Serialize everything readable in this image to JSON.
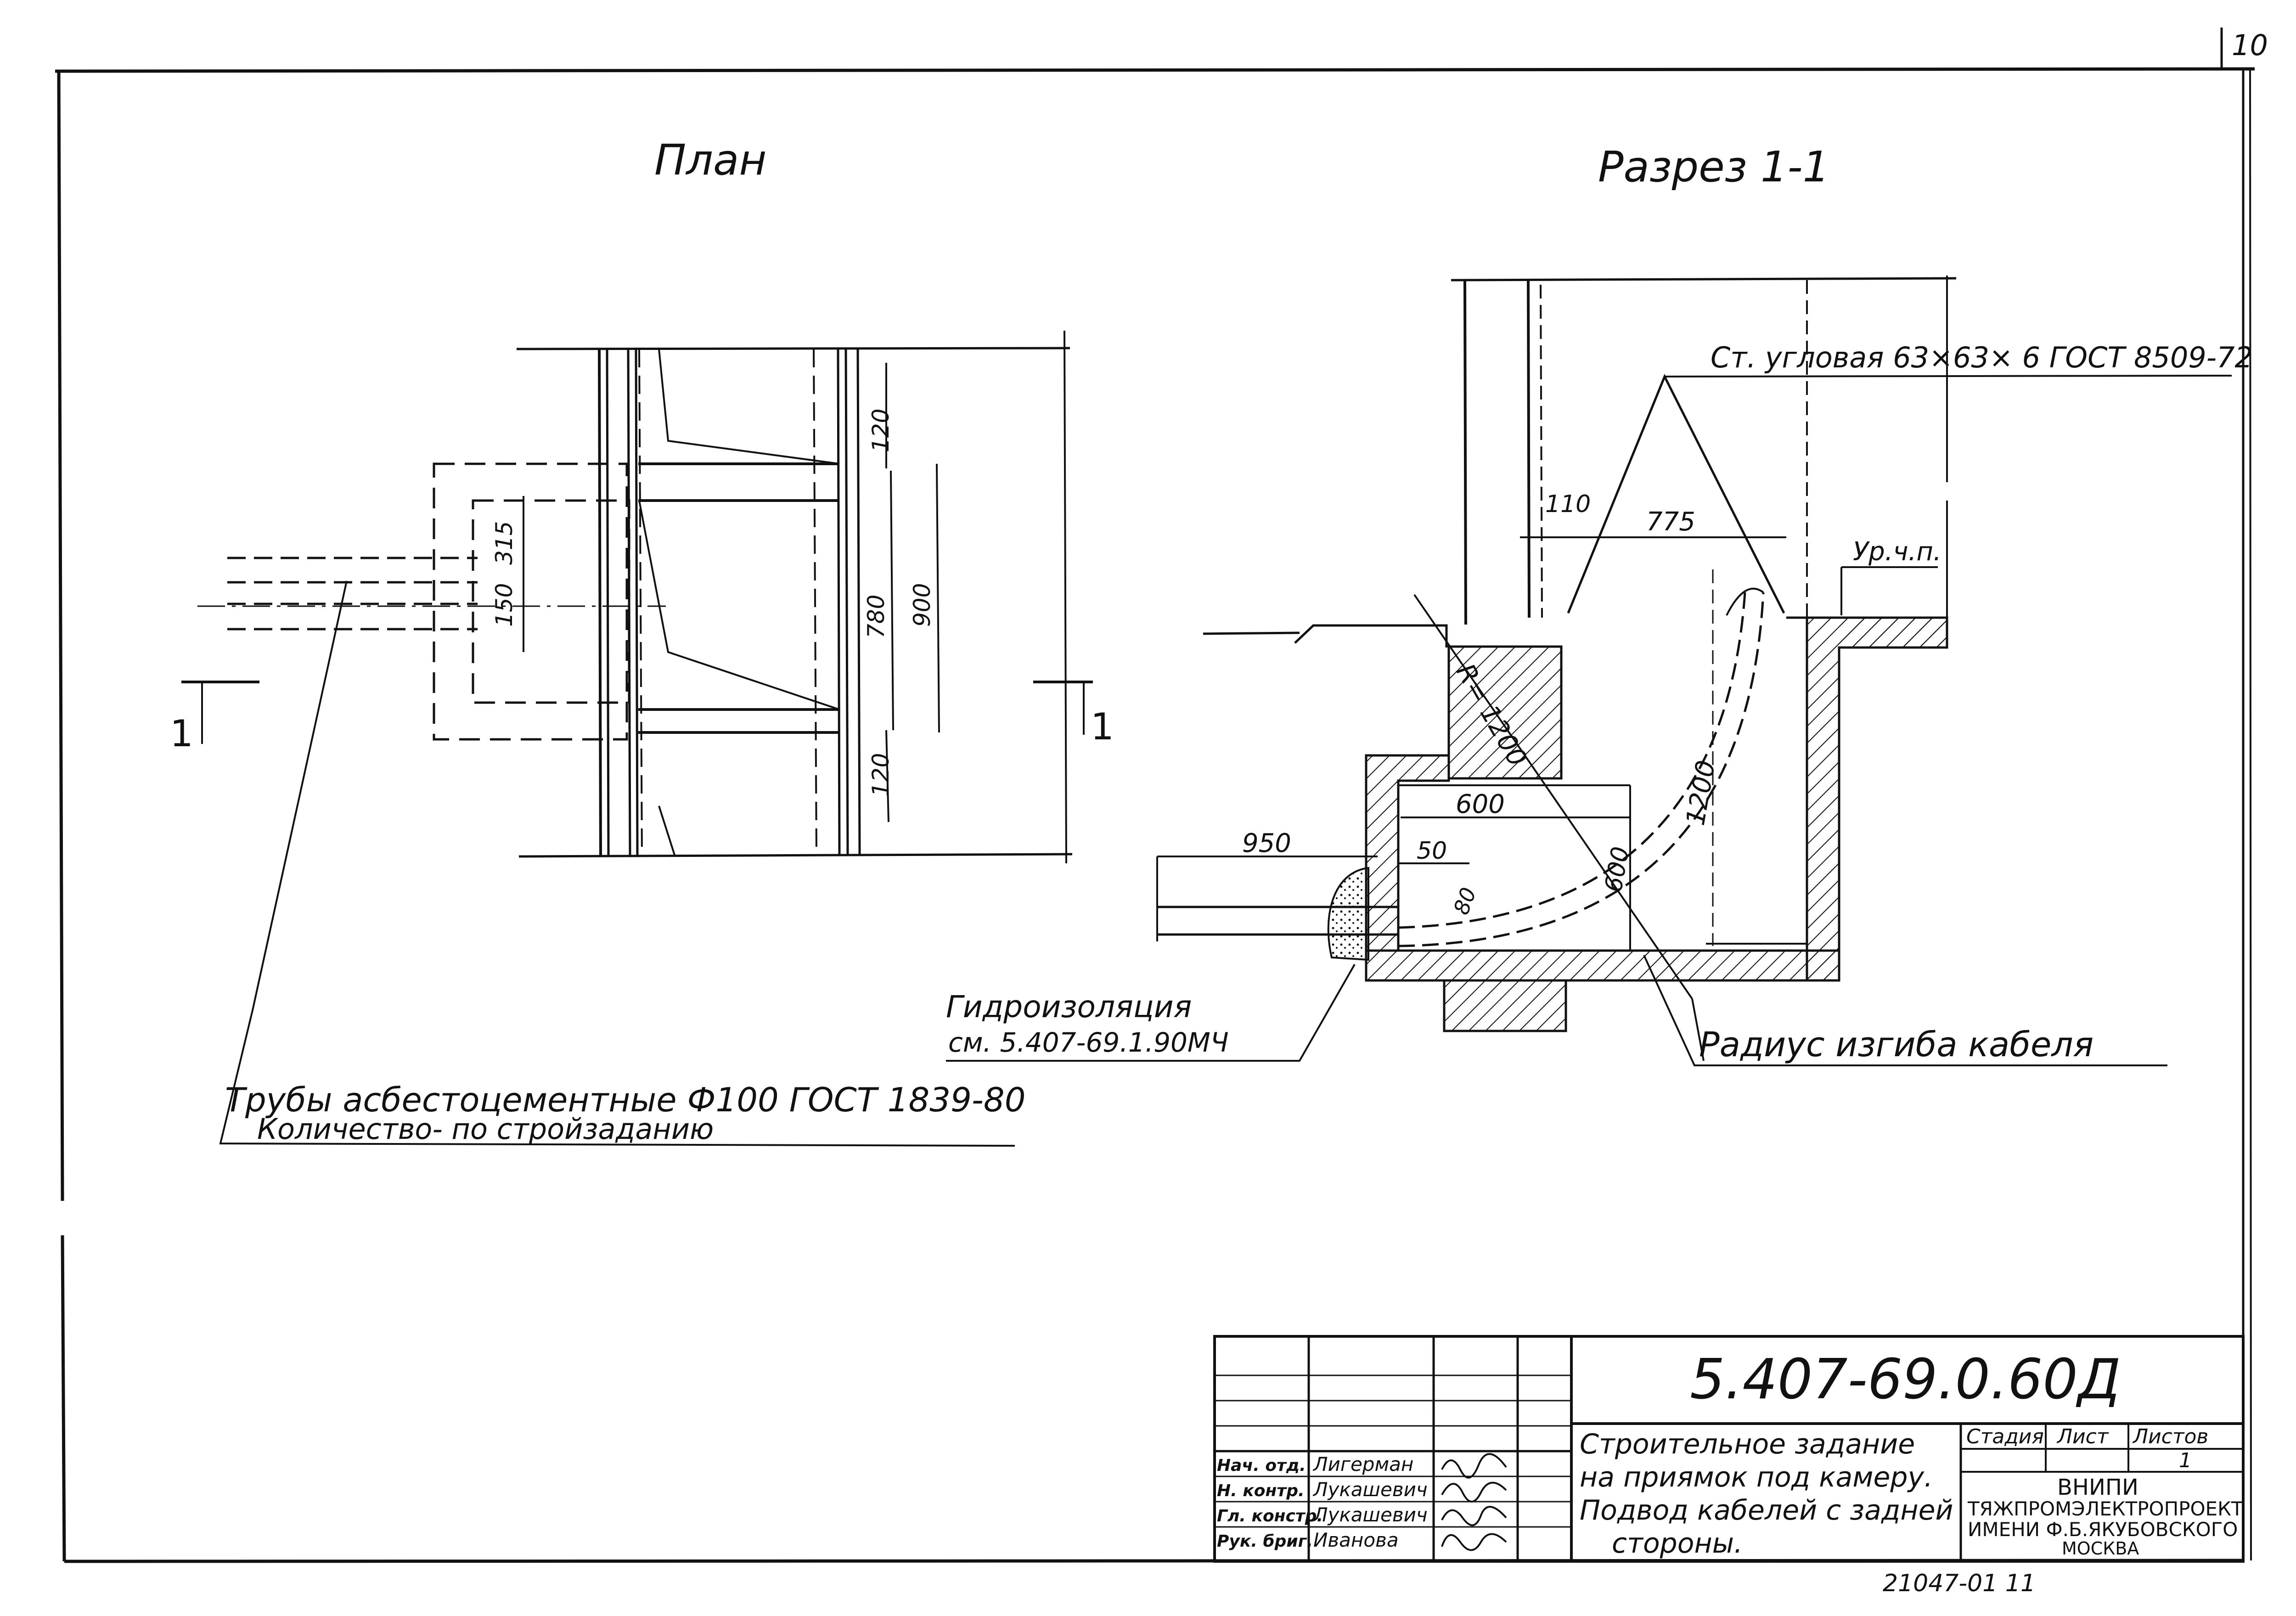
{
  "sheet": {
    "page_number": "10",
    "stamp_number": "21047-01   11"
  },
  "plan": {
    "title": "План",
    "section_marker_left": "1",
    "section_marker_right": "1",
    "dims": [
      "120",
      "315",
      "150",
      "780",
      "900",
      "120"
    ]
  },
  "section": {
    "title": "Разрез 1-1",
    "angle_label": "Ст. угловая  63×63× 6 ГОСТ 8509-72",
    "level_label": "Ур.ч.п.",
    "dims": {
      "d110": "110",
      "d775": "775",
      "radius": "R= 1200",
      "d1200": "1200",
      "d600_h": "600",
      "d600_v": "600",
      "d950": "950",
      "d50": "50",
      "d80": "80"
    },
    "waterproof_label": "Гидроизоляция",
    "waterproof_ref": "см. 5.407-69.1.90МЧ",
    "radius_label": "Радиус  изгиба  кабеля"
  },
  "pipes_note": {
    "line1": "Трубы асбестоцементные  Ф100 ГОСТ 1839-80",
    "line2": "Количество- по стройзаданию"
  },
  "title_block": {
    "code": "5.407-69.0.60Д",
    "description": [
      "Строительное задание",
      "на приямок  под камеру.",
      "Подвод  кабелей  с задней",
      "стороны."
    ],
    "stage_header": "Стадия",
    "sheet_header": "Лист",
    "sheets_header": "Листов",
    "sheets_value": "1",
    "org": [
      "ВНИПИ",
      "ТЯЖПРОМЭЛЕКТРОПРОЕКТ",
      "ИМЕНИ Ф.Б.ЯКУБОВСКОГО",
      "МОСКВА"
    ],
    "signers": [
      {
        "role": "Нач. отд.",
        "name": "Лигерман"
      },
      {
        "role": "Н. контр.",
        "name": "Лукашевич"
      },
      {
        "role": "Гл. констр.",
        "name": "Лукашевич"
      },
      {
        "role": "Рук. бриг.",
        "name": "Иванова"
      }
    ]
  }
}
